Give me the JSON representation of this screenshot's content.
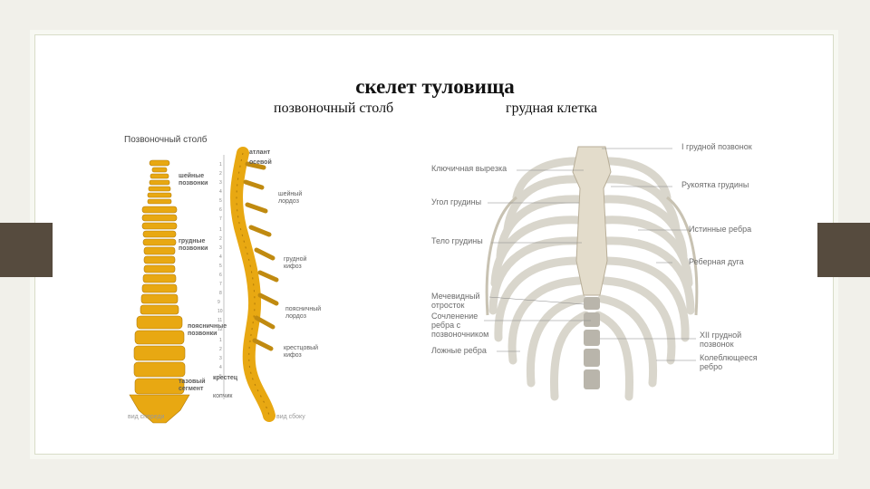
{
  "slide": {
    "title": "скелет туловища",
    "left_subtitle": "позвоночный столб",
    "right_subtitle": "грудная клетка"
  },
  "colors": {
    "frame_border": "#d8dcc8",
    "tab": "#564b3e",
    "bone_yellow": "#e8a812",
    "bone_grey": "#d9d6cc"
  },
  "spine_figure": {
    "heading": "Позвоночный столб",
    "labels": {
      "atlas": "атлант",
      "axis": "осевой",
      "cervical": "шейные позвонки",
      "thoracic": "грудные позвонки",
      "lumbar": "поясничные позвонки",
      "pelvic": "тазовый сегмент",
      "cervical_curve": "шейный лордоз",
      "thoracic_curve": "грудной кифоз",
      "lumbar_curve": "поясничный лордоз",
      "sacral_curve": "крестцовый кифоз",
      "sacrum": "крестец",
      "coccyx": "копчик",
      "view_front": "вид спереди",
      "view_side": "вид сбоку"
    },
    "vertebra_numbers": [
      "1",
      "2",
      "3",
      "4",
      "5",
      "6",
      "7",
      "1",
      "2",
      "3",
      "4",
      "5",
      "6",
      "7",
      "8",
      "9",
      "10",
      "11",
      "12",
      "1",
      "2",
      "3",
      "4",
      "5"
    ]
  },
  "chest_figure": {
    "labels": {
      "thoracic_vertebra": "I грудной позвонок",
      "clavicular_notch": "Ключичная вырезка",
      "manubrium": "Рукоятка грудины",
      "sternal_angle": "Угол грудины",
      "true_ribs": "Истинные ребра",
      "sternum_body": "Тело грудины",
      "costal_arch": "Реберная дуга",
      "xiphoid": "Мечевидный отросток",
      "rib_joint": "Сочленение ребра с позвоночником",
      "xii_vertebra": "XII грудной позвонок",
      "false_ribs": "Ложные ребра",
      "floating_ribs": "Колеблющееся ребро"
    }
  }
}
